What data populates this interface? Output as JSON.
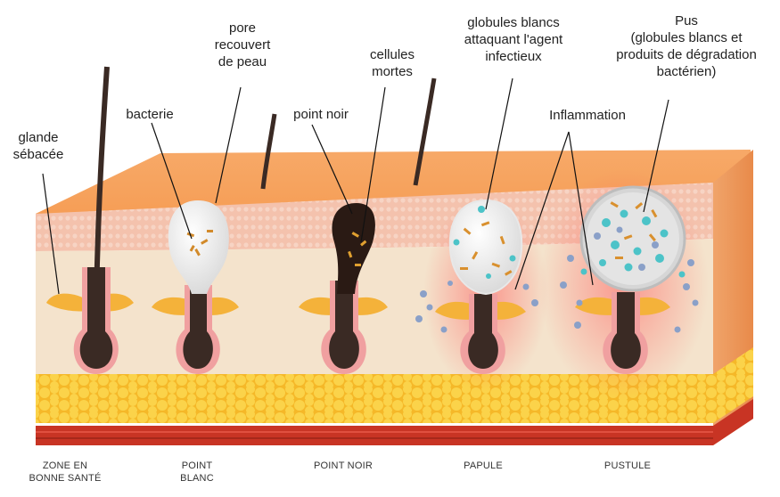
{
  "labels": {
    "glande": [
      "glande",
      "sébacée"
    ],
    "bacterie": [
      "bacterie"
    ],
    "pore": [
      "pore",
      "recouvert",
      "de peau"
    ],
    "point_noir": [
      "point noir"
    ],
    "cellules": [
      "cellules",
      "mortes"
    ],
    "globules": [
      "globules blancs",
      "attaquant l'agent",
      "infectieux"
    ],
    "pus": [
      "Pus",
      "(globules blancs et",
      "produits de dégradation",
      "bactérien)"
    ],
    "inflammation": [
      "Inflammation"
    ]
  },
  "stages": [
    "ZONE EN BONNE SANTÉ",
    "POINT BLANC",
    "POINT NOIR",
    "PAPULE",
    "PUSTULE"
  ],
  "colors": {
    "skin_top": "#f6a35f",
    "epidermis": "#f4c7b2",
    "dermis": "#f3e0c8",
    "fat": "#f7c531",
    "muscle": "#c83424",
    "follicle": "#3a2a24",
    "sebum": "#f4b23a"
  }
}
